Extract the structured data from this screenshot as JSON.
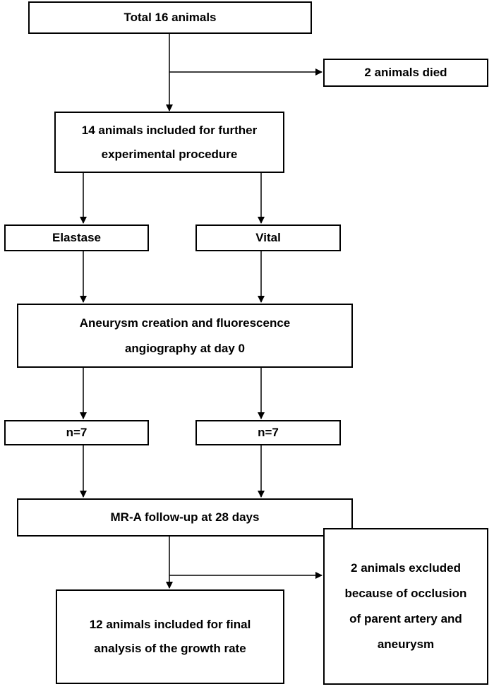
{
  "flowchart": {
    "total": "Total 16 animals",
    "died": "2 animals died",
    "included": [
      "14 animals included for further",
      "experimental procedure"
    ],
    "elastase": "Elastase",
    "vital": "Vital",
    "creation": [
      "Aneurysm creation and fluorescence",
      "angiography at day 0"
    ],
    "n_left": "n=7",
    "n_right": "n=7",
    "followup": "MR-A follow-up at 28 days",
    "final": [
      "12 animals included for final",
      "analysis of the growth rate"
    ],
    "excluded": [
      "2 animals excluded",
      "because of occlusion",
      "of parent artery and",
      "aneurysm"
    ]
  },
  "colors": {
    "line": "#000000",
    "box_border": "#000000",
    "background": "#ffffff"
  }
}
